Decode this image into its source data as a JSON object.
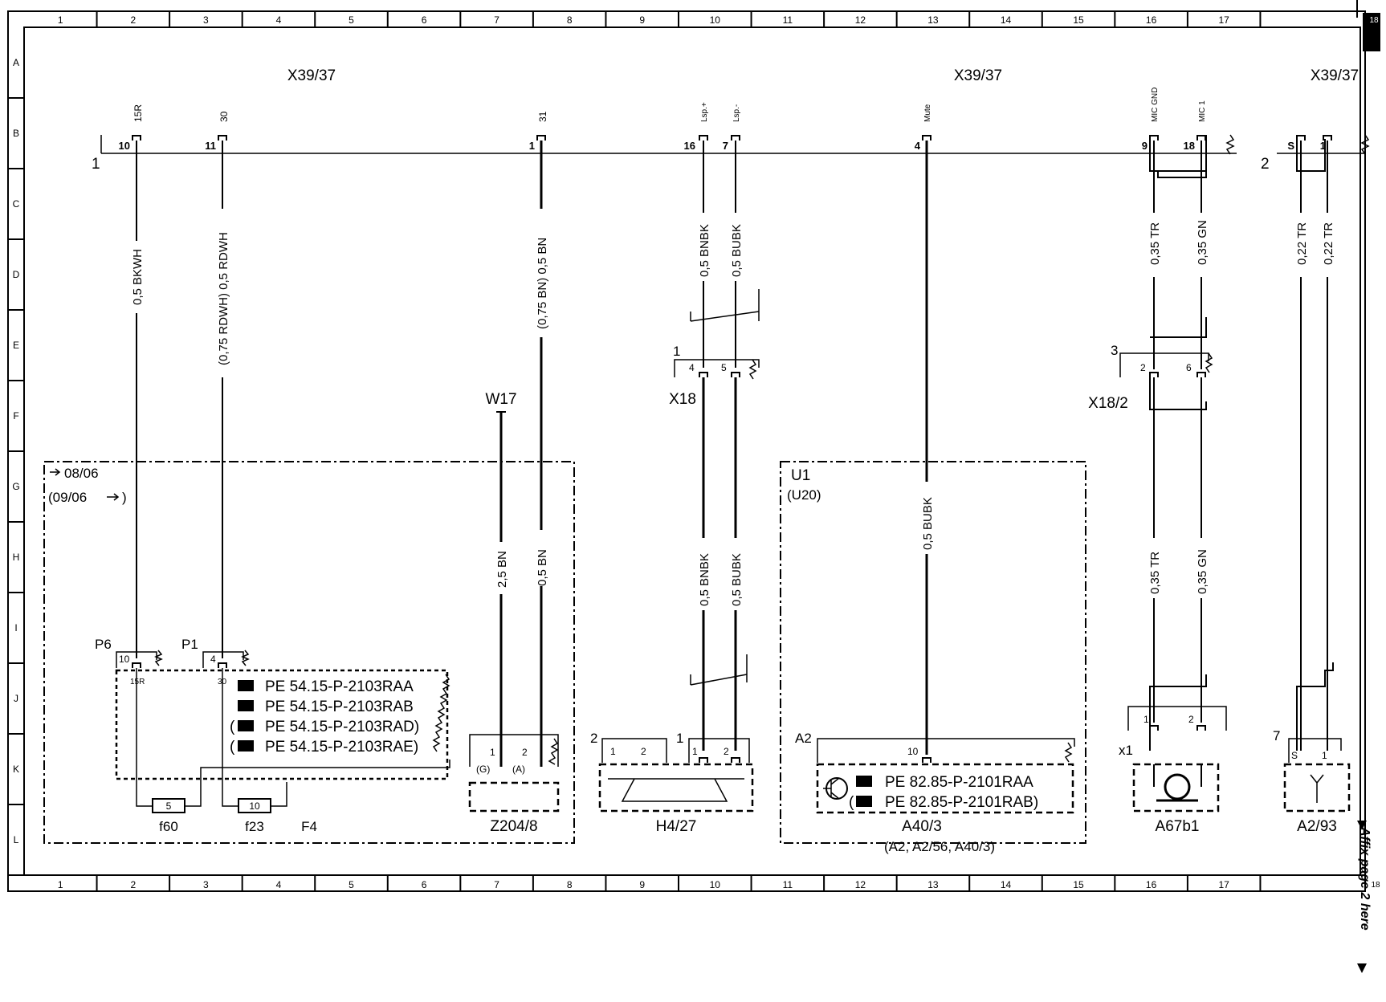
{
  "grid": {
    "columns": [
      "1",
      "2",
      "3",
      "4",
      "5",
      "6",
      "7",
      "8",
      "9",
      "10",
      "11",
      "12",
      "13",
      "14",
      "15",
      "16",
      "17",
      "18"
    ],
    "rows": [
      "A",
      "B",
      "C",
      "D",
      "E",
      "F",
      "G",
      "H",
      "I",
      "J",
      "K",
      "L"
    ]
  },
  "connectors": {
    "x39_left": "X39/37",
    "x39_mid": "X39/37",
    "x39_right": "X39/37",
    "bus_1": "1",
    "bus_2": "2"
  },
  "pins": {
    "p10": {
      "num": "10",
      "label": "15R"
    },
    "p11": {
      "num": "11",
      "label": "30"
    },
    "p1": {
      "num": "1",
      "label": "31"
    },
    "p16": {
      "num": "16",
      "label": "Lsp.+"
    },
    "p7": {
      "num": "7",
      "label": "Lsp.-"
    },
    "p4": {
      "num": "4",
      "label": "Mute"
    },
    "p9": {
      "num": "9",
      "label": "MIC GND"
    },
    "p18": {
      "num": "18",
      "label": "MIC 1"
    },
    "pS": {
      "num": "S"
    },
    "p1r": {
      "num": "1"
    }
  },
  "wires": {
    "w1": "0,5 BKWH",
    "w2": "(0,75 RDWH) 0,5 RDWH",
    "w3": "(0,75 BN) 0,5 BN",
    "w4": "0,5 BNBK",
    "w5": "0,5 BUBK",
    "w6": "0,5 BUBK",
    "w7": "0,35 TR",
    "w8": "0,35 GN",
    "w9": "0,22 TR",
    "w10": "0,22 TR",
    "w11": "2,5 BN",
    "w12": "0,5 BN",
    "w13": "0,5 BNBK",
    "w14": "0,5 BUBK",
    "w15": "0,35 TR",
    "w16": "0,35 GN"
  },
  "components": {
    "f4_date_from": "08/06",
    "f4_date_to": "(09/06",
    "f4_date_to_end": ")",
    "p6": "P6",
    "p1": "P1",
    "p6_pin": "10",
    "p1_pin": "4",
    "p6_sub": "15R",
    "p1_sub": "30",
    "pe1": "PE 54.15-P-2103RAA",
    "pe2": "PE 54.15-P-2103RAB",
    "pe3": "PE 54.15-P-2103RAD)",
    "pe4": "PE 54.15-P-2103RAE)",
    "paren": "(",
    "fuse5": "5",
    "fuse10": "10",
    "f60": "f60",
    "f23": "f23",
    "f4": "F4",
    "w17": "W17",
    "z_pin1": "1",
    "z_pin2": "2",
    "z_g": "(G)",
    "z_a": "(A)",
    "z204": "Z204/8",
    "x18": "X18",
    "x18_1": "1",
    "x18_p4": "4",
    "x18_p5": "5",
    "h4_2": "2",
    "h4_1": "1",
    "h4_p1a": "1",
    "h4_p2a": "2",
    "h4_p1b": "1",
    "h4_p2b": "2",
    "h427": "H4/27",
    "u1": "U1",
    "u20": "(U20)",
    "a2": "A2",
    "a2_pin": "10",
    "pe5": "PE 82.85-P-2101RAA",
    "pe6": "PE 82.85-P-2101RAB)",
    "a403": "A40/3",
    "a403_sub": "(A2, A2/56, A40/3)",
    "x182_3": "3",
    "x182_p2": "2",
    "x182_p6": "6",
    "x182": "X18/2",
    "x1": "x1",
    "a67_p1": "1",
    "a67_p2": "2",
    "a67b1": "A67b1",
    "a293_7": "7",
    "a293_s": "S",
    "a293_1": "1",
    "a293": "A2/93",
    "affix": "Affix page 2 here",
    "corner_top": "18",
    "corner_bot": "18"
  }
}
